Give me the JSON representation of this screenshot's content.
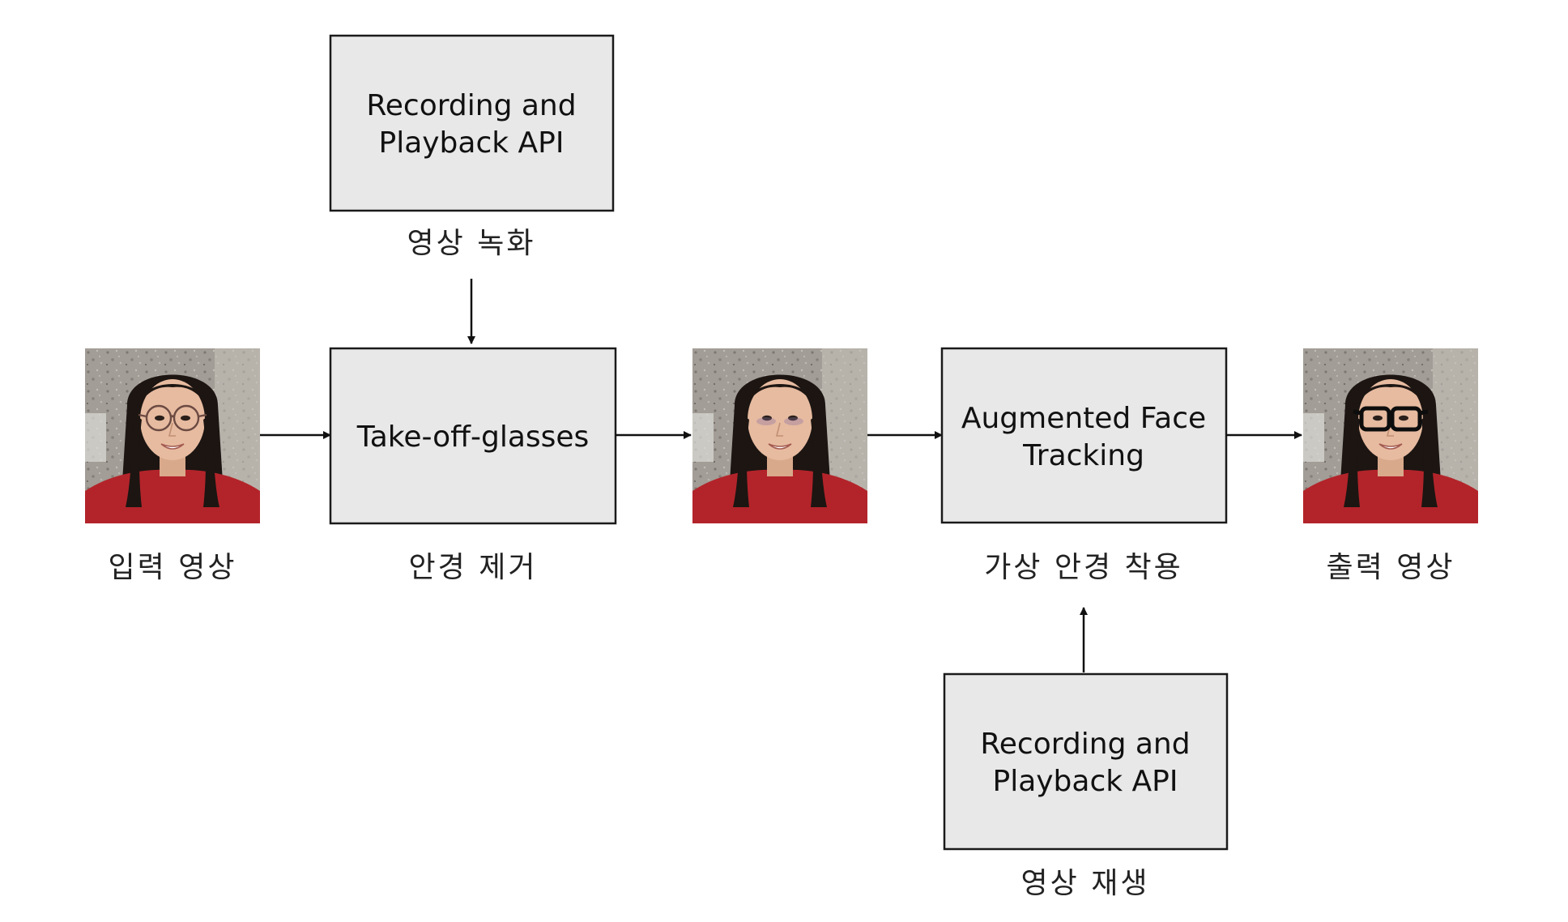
{
  "boxes": {
    "recording_top": {
      "line1": "Recording and",
      "line2": "Playback API"
    },
    "take_off_glasses": {
      "line1": "Take-off-glasses"
    },
    "augmented_face": {
      "line1": "Augmented Face",
      "line2": "Tracking"
    },
    "recording_bottom": {
      "line1": "Recording and",
      "line2": "Playback API"
    }
  },
  "captions": {
    "video_record": "영상 녹화",
    "input_video": "입력 영상",
    "remove_glasses": "안경 제거",
    "virtual_glasses": "가상 안경 착용",
    "output_video": "출력 영상",
    "video_playback": "영상 재생"
  },
  "images": {
    "input_face": "face-with-round-glasses",
    "middle_face": "face-without-glasses",
    "output_face": "face-with-black-glasses"
  },
  "colors": {
    "box_fill": "#e8e8e8",
    "box_stroke": "#1a1a1a",
    "shirt": "#b3242a",
    "hair": "#1c1512",
    "wall": "#9a968f"
  }
}
